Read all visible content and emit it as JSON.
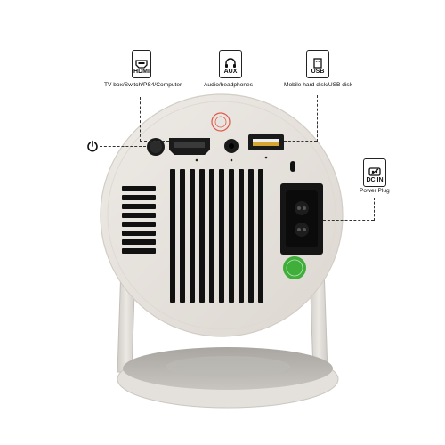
{
  "callouts": {
    "hdmi": {
      "icon_text": "HDMI",
      "label": "TV box/Switch/PS4/Computer",
      "icon": "hdmi-icon"
    },
    "aux": {
      "icon_text": "AUX",
      "label": "Audio/headphones",
      "icon": "headphones-icon"
    },
    "usb": {
      "icon_text": "USB",
      "label": "Mobile hard disk/USB disk",
      "icon": "usb-icon"
    },
    "power": {
      "icon_text": "DC IN",
      "label": "Power Plug",
      "icon": "dc-plug-icon"
    },
    "power_button": {
      "icon": "power-icon"
    }
  },
  "device": {
    "body_color": "#e7e2dc",
    "panel_color": "#e9e5df",
    "stand_color": "#d9d5d0",
    "base_color": "#b4b1ad",
    "vent_color": "#111111",
    "badge_color": "#3fae3a",
    "stamp_color": "#e05a4a"
  }
}
